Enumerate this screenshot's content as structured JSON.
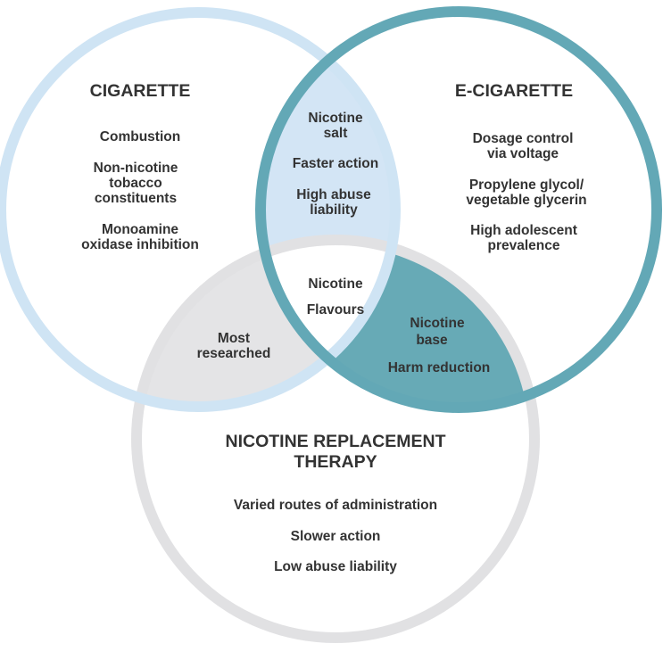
{
  "colors": {
    "cigarette": "#cfe4f4",
    "e_cigarette": "#63a8b6",
    "nrt": "#e1e1e3",
    "cig_ecig_overlap_fill": "#d3e5f5",
    "ecig_nrt_overlap_fill": "#67aab6",
    "cig_nrt_overlap_fill": "#e4e4e6",
    "text": "#333333"
  },
  "sets": {
    "cigarette": {
      "title": "CIGARETTE",
      "items": [
        "Combustion",
        "Non-nicotine",
        "tobacco",
        "constituents",
        "Monoamine",
        "oxidase inhibition"
      ]
    },
    "e_cigarette": {
      "title": "E-CIGARETTE",
      "items": [
        "Dosage control",
        "via voltage",
        "Propylene glycol/",
        "vegetable glycerin",
        "High adolescent",
        "prevalence"
      ]
    },
    "nrt": {
      "title_line1": "NICOTINE REPLACEMENT",
      "title_line2": "THERAPY",
      "items": [
        "Varied routes of administration",
        "Slower action",
        "Low abuse liability"
      ]
    }
  },
  "overlaps": {
    "cigarette_e_cigarette": [
      "Nicotine",
      "salt",
      "Faster action",
      "High abuse",
      "liability"
    ],
    "all_three": [
      "Nicotine",
      "Flavours"
    ],
    "cigarette_nrt": [
      "Most",
      "researched"
    ],
    "e_cigarette_nrt": [
      "Nicotine",
      "base",
      "Harm reduction"
    ]
  }
}
